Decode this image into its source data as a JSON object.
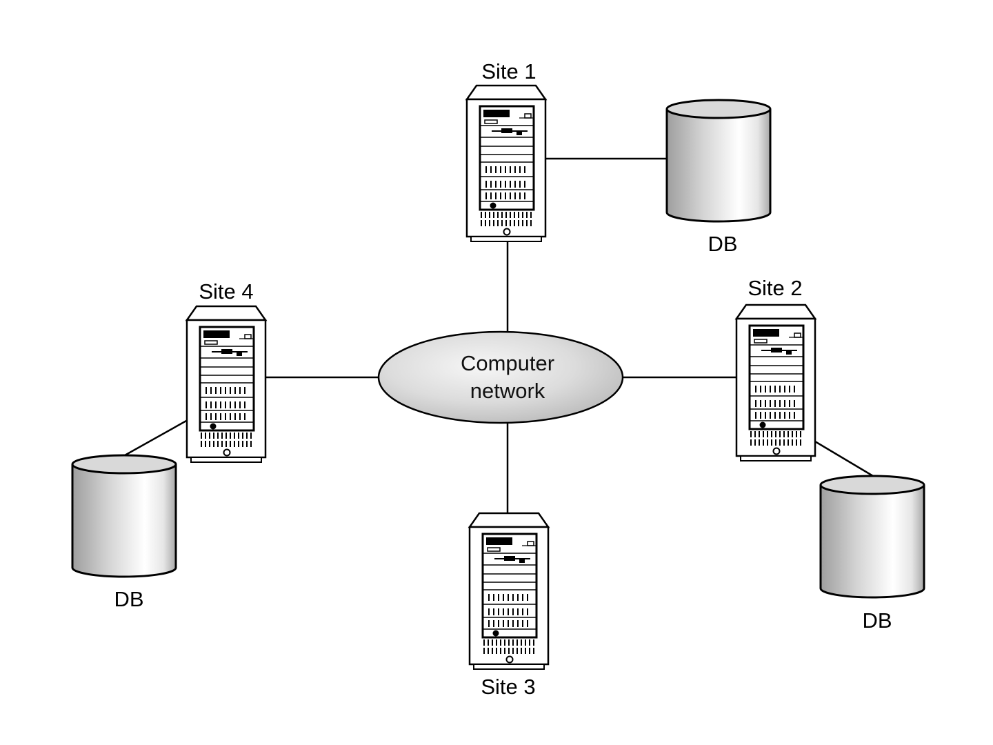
{
  "diagram": {
    "network": {
      "label_line1": "Computer",
      "label_line2": "network"
    },
    "sites": [
      {
        "id": "site1",
        "label": "Site 1",
        "has_db": true,
        "db_label": "DB"
      },
      {
        "id": "site2",
        "label": "Site 2",
        "has_db": true,
        "db_label": "DB"
      },
      {
        "id": "site3",
        "label": "Site 3",
        "has_db": false
      },
      {
        "id": "site4",
        "label": "Site 4",
        "has_db": true,
        "db_label": "DB"
      }
    ],
    "connections": [
      {
        "from": "site1",
        "to": "network"
      },
      {
        "from": "site2",
        "to": "network"
      },
      {
        "from": "site3",
        "to": "network"
      },
      {
        "from": "site4",
        "to": "network"
      },
      {
        "from": "site1",
        "to": "site1-db"
      },
      {
        "from": "site2",
        "to": "site2-db"
      },
      {
        "from": "site4",
        "to": "site4-db"
      }
    ],
    "colors": {
      "stroke": "#000000",
      "network_fill_light": "#f4f4f4",
      "network_fill_dark": "#bdbdbd",
      "db_fill_dark": "#9a9a9a",
      "db_fill_light": "#ffffff",
      "db_top": "#d8d8d8"
    }
  }
}
